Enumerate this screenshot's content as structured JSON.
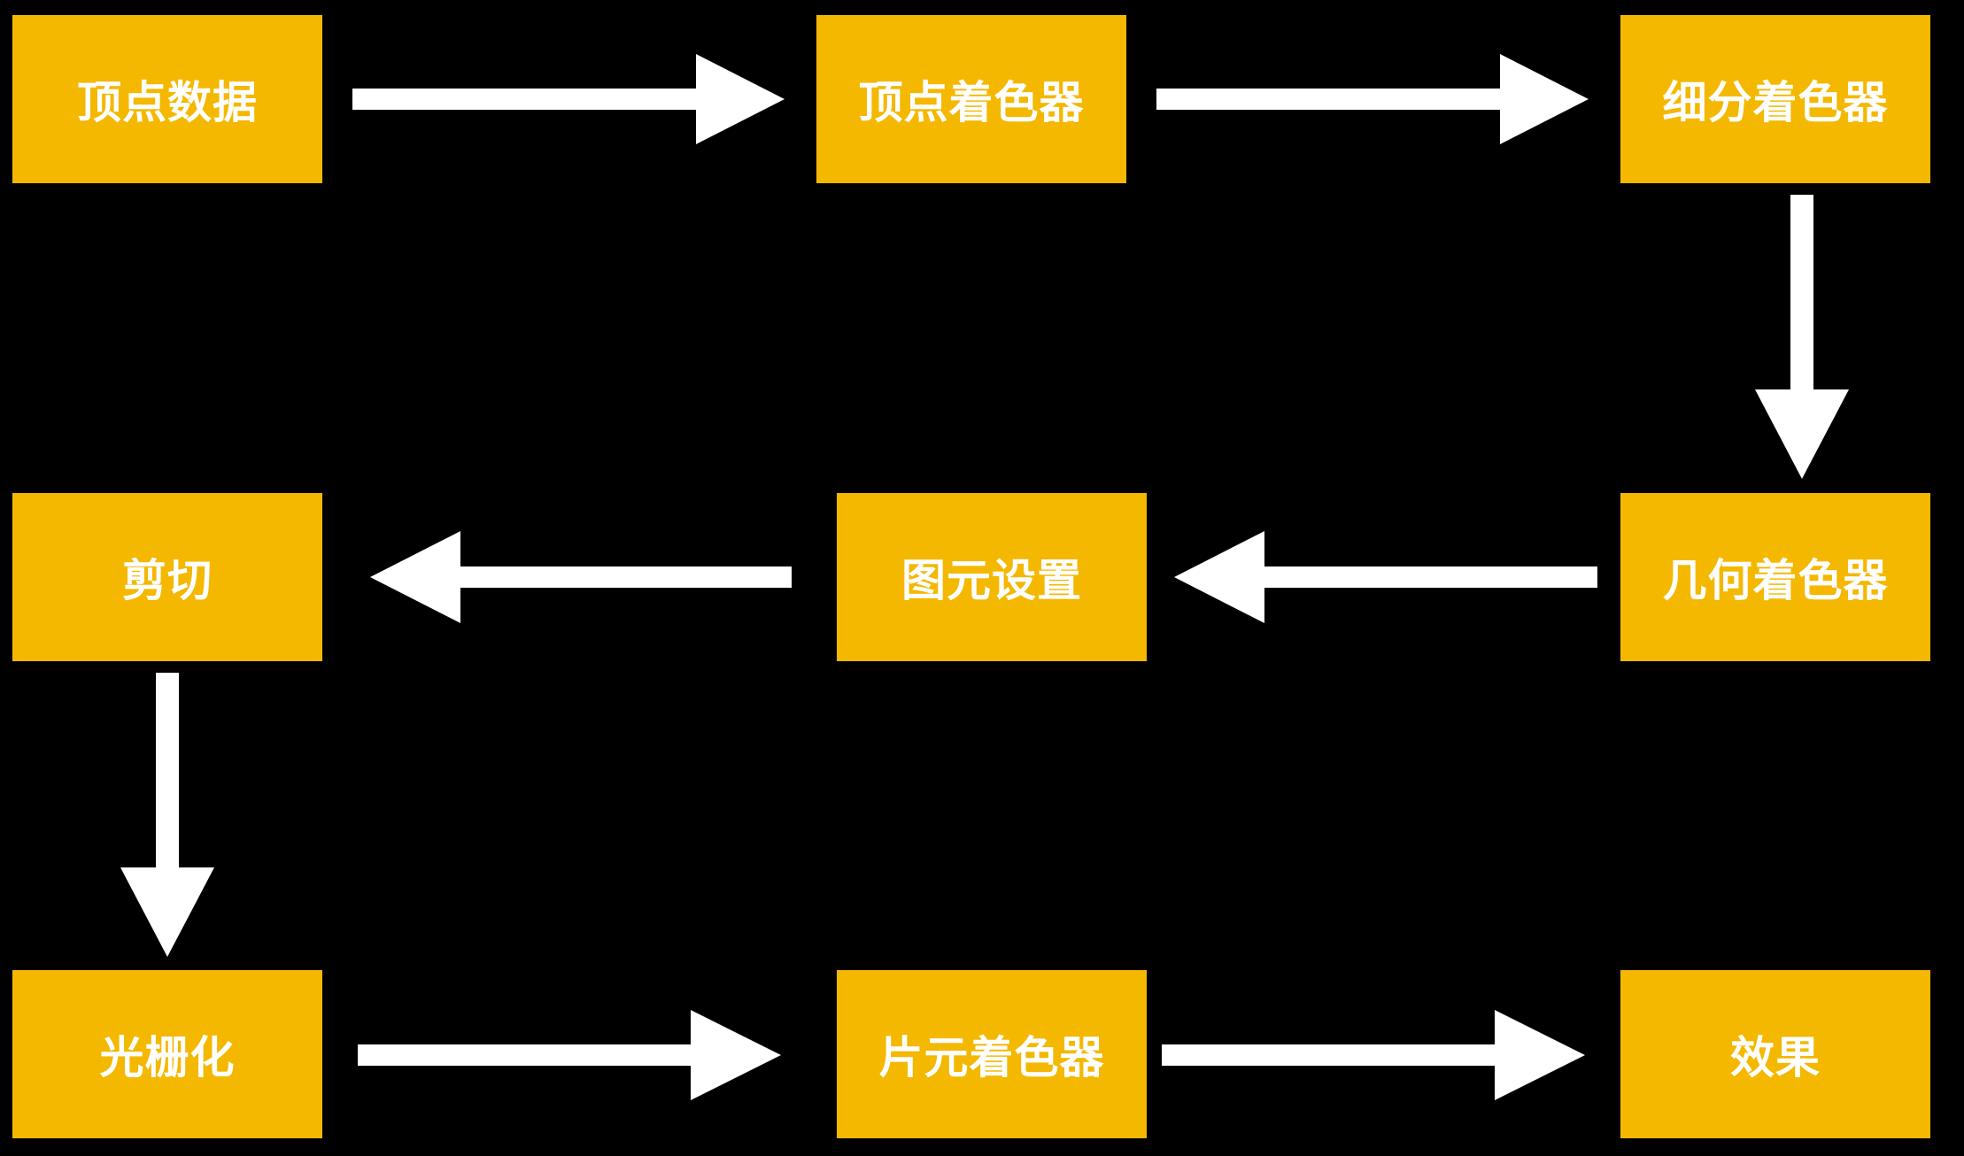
{
  "colors": {
    "background": "#000000",
    "node_fill": "#F4B800",
    "node_text": "#FFFFFF",
    "arrow": "#FFFFFF"
  },
  "nodes": [
    {
      "id": "vertex-data",
      "label": "顶点数据"
    },
    {
      "id": "vertex-shader",
      "label": "顶点着色器"
    },
    {
      "id": "tessellation-shader",
      "label": "细分着色器"
    },
    {
      "id": "geometry-shader",
      "label": "几何着色器"
    },
    {
      "id": "primitive-setup",
      "label": "图元设置"
    },
    {
      "id": "clipping",
      "label": "剪切"
    },
    {
      "id": "rasterization",
      "label": "光栅化"
    },
    {
      "id": "fragment-shader",
      "label": "片元着色器"
    },
    {
      "id": "effect",
      "label": "效果"
    }
  ],
  "edges": [
    {
      "from": "vertex-data",
      "to": "vertex-shader"
    },
    {
      "from": "vertex-shader",
      "to": "tessellation-shader"
    },
    {
      "from": "tessellation-shader",
      "to": "geometry-shader"
    },
    {
      "from": "geometry-shader",
      "to": "primitive-setup"
    },
    {
      "from": "primitive-setup",
      "to": "clipping"
    },
    {
      "from": "clipping",
      "to": "rasterization"
    },
    {
      "from": "rasterization",
      "to": "fragment-shader"
    },
    {
      "from": "fragment-shader",
      "to": "effect"
    }
  ]
}
